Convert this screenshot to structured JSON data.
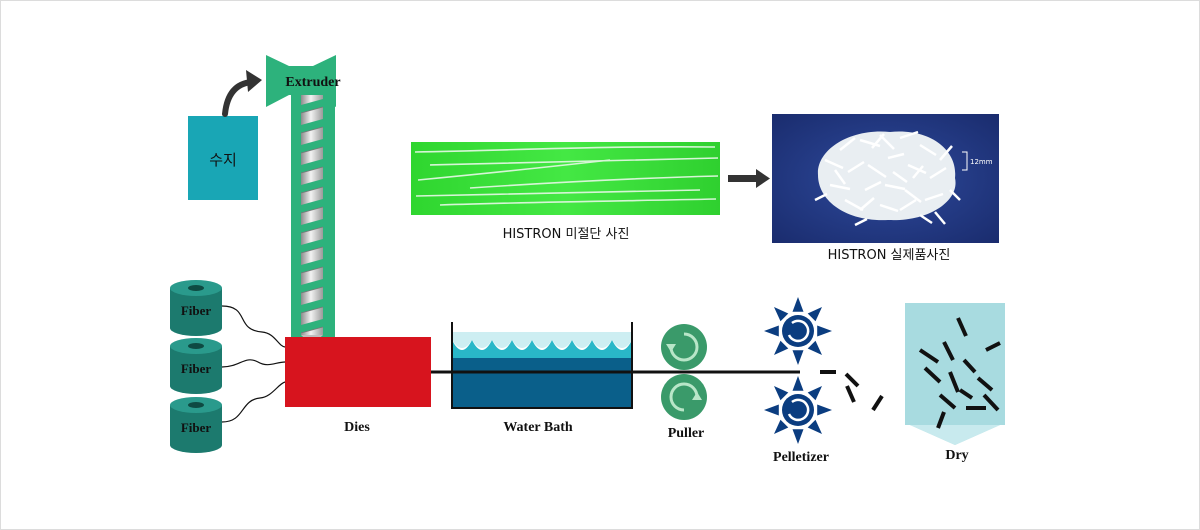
{
  "resin_label": "수지",
  "extruder_label": "Extruder",
  "fiber_labels": [
    "Fiber",
    "Fiber",
    "Fiber"
  ],
  "dies_label": "Dies",
  "water_bath_label": "Water Bath",
  "puller_label": "Puller",
  "pelletizer_label": "Pelletizer",
  "dry_label": "Dry",
  "photo_uncut_caption": "HISTRON 미절단 사진",
  "photo_product_caption": "HISTRON 실제품사진",
  "scale_mark": "12mm",
  "colors": {
    "extruder": "#2db27c",
    "resin_box": "#19a6b5",
    "fiber": "#1c7a6e",
    "dies": "#d7141e",
    "water_light": "#29b7c8",
    "water_dark": "#0a5f8a",
    "puller": "#3a9a6a",
    "pelletizer": "#0b3d80",
    "dry_hopper": "#a8dbe0",
    "green_photo": "#33dd33",
    "product_bg": "#243a86"
  }
}
